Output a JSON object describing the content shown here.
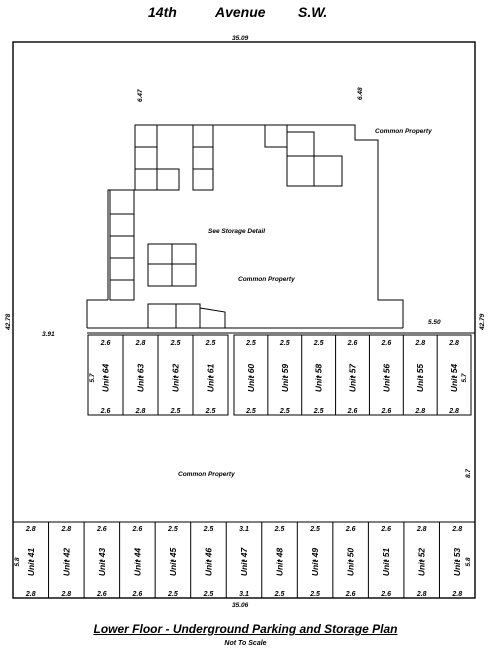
{
  "street": {
    "number": "14th",
    "name": "Avenue",
    "suffix": "S.W."
  },
  "dimensions": {
    "top": "35.09",
    "bottom": "35.06",
    "left": "42.78",
    "right": "42.79",
    "inner_left_1": "6.47",
    "inner_right_1": "6.48",
    "wall_left": "3.91",
    "wall_right": "5.50",
    "right_side": "8.7"
  },
  "labels": {
    "common_property_tr": "Common Property",
    "storage_detail": "See Storage Detail",
    "common_property_center": "Common Property",
    "common_property_lower": "Common Property"
  },
  "upper_units": [
    {
      "name": "Unit 64",
      "top": "2.6",
      "bottom": "2.6",
      "side": "5.7"
    },
    {
      "name": "Unit 63",
      "top": "2.8",
      "bottom": "2.8"
    },
    {
      "name": "Unit 62",
      "top": "2.5",
      "bottom": "2.5"
    },
    {
      "name": "Unit 61",
      "top": "2.5",
      "bottom": "2.5"
    },
    {
      "name": "Unit 60",
      "top": "2.5",
      "bottom": "2.5"
    },
    {
      "name": "Unit 59",
      "top": "2.5",
      "bottom": "2.5"
    },
    {
      "name": "Unit 58",
      "top": "2.5",
      "bottom": "2.5"
    },
    {
      "name": "Unit 57",
      "top": "2.6",
      "bottom": "2.6"
    },
    {
      "name": "Unit 56",
      "top": "2.6",
      "bottom": "2.6"
    },
    {
      "name": "Unit 55",
      "top": "2.8",
      "bottom": "2.8"
    },
    {
      "name": "Unit 54",
      "top": "2.8",
      "bottom": "2.8",
      "side": "5.7"
    }
  ],
  "lower_units": [
    {
      "name": "Unit 41",
      "top": "2.8",
      "bottom": "2.8",
      "side": "5.8"
    },
    {
      "name": "Unit 42",
      "top": "2.8",
      "bottom": "2.8"
    },
    {
      "name": "Unit 43",
      "top": "2.6",
      "bottom": "2.6"
    },
    {
      "name": "Unit 44",
      "top": "2.6",
      "bottom": "2.6"
    },
    {
      "name": "Unit 45",
      "top": "2.5",
      "bottom": "2.5"
    },
    {
      "name": "Unit 46",
      "top": "2.5",
      "bottom": "2.5"
    },
    {
      "name": "Unit 47",
      "top": "3.1",
      "bottom": "3.1"
    },
    {
      "name": "Unit 48",
      "top": "2.5",
      "bottom": "2.5"
    },
    {
      "name": "Unit 49",
      "top": "2.5",
      "bottom": "2.5"
    },
    {
      "name": "Unit 50",
      "top": "2.6",
      "bottom": "2.6"
    },
    {
      "name": "Unit 51",
      "top": "2.6",
      "bottom": "2.6"
    },
    {
      "name": "Unit 52",
      "top": "2.8",
      "bottom": "2.8"
    },
    {
      "name": "Unit 53",
      "top": "2.8",
      "bottom": "2.8",
      "side": "5.8"
    }
  ],
  "title": "Lower Floor - Underground Parking and Storage Plan",
  "subtitle": "Not To Scale"
}
